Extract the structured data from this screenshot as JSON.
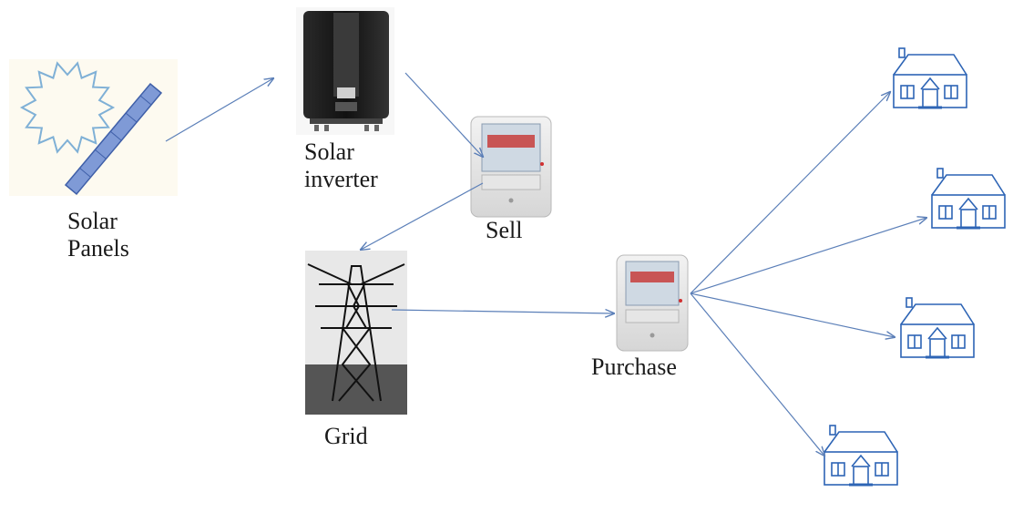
{
  "labels": {
    "solar_panels_line1": "Solar",
    "solar_panels_line2": "Panels",
    "solar_inverter_line1": "Solar",
    "solar_inverter_line2": "inverter",
    "sell": "Sell",
    "grid": "Grid",
    "purchase": "Purchase"
  },
  "colors": {
    "arrow": "#5b7fb8",
    "house_stroke": "#2d64b5",
    "panel_fill": "#7f9ad6",
    "sun_stroke": "#7fb0d6"
  }
}
